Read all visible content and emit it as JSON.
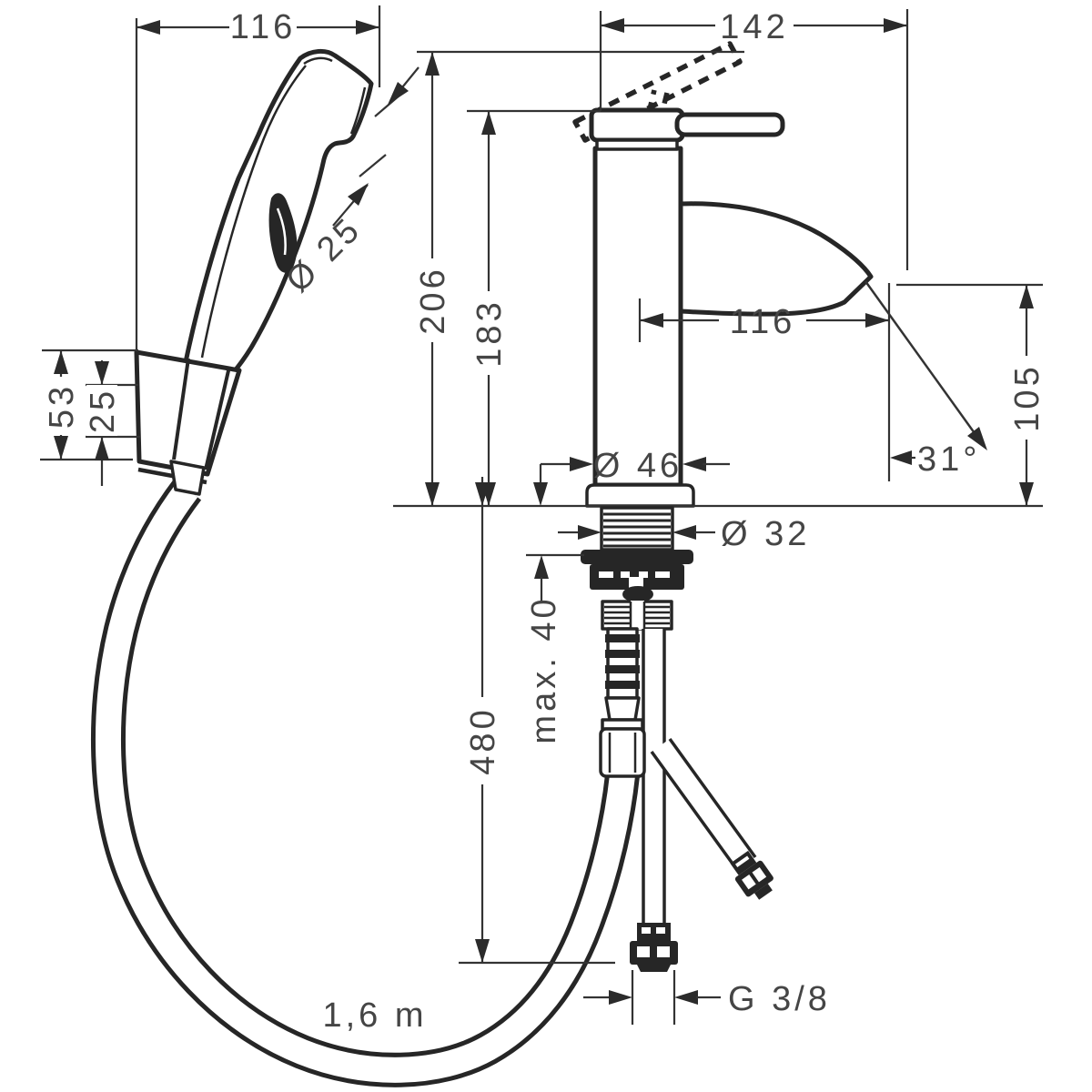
{
  "drawing": {
    "kind": "technical-dimension-drawing",
    "units": "mm",
    "subject": "single-lever basin mixer with hand shower, holder and hose"
  },
  "labels": {
    "handshower_width": "116",
    "handshower_face_diameter": "Ø 25",
    "holder_height": "53",
    "holder_inner_offset": "25",
    "mixer_overall_width": "142",
    "mixer_total_height": "206",
    "mixer_body_height": "183",
    "spout_reach": "116",
    "outlet_height": "105",
    "jet_angle": "31°",
    "body_diameter": "Ø 46",
    "shank_diameter": "Ø 32",
    "max_deck_thickness": "max. 40",
    "connection_drop": "480",
    "hose_length": "1,6 m",
    "supply_thread": "G 3/8"
  }
}
